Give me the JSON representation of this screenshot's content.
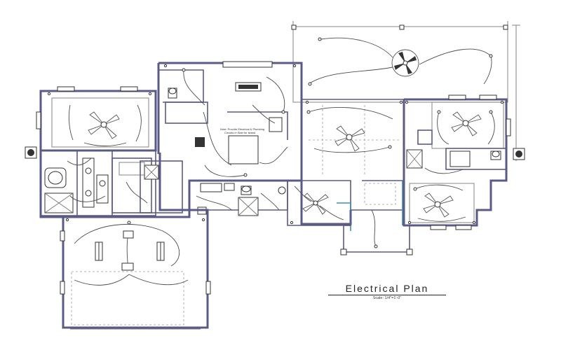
{
  "plan": {
    "title": "Electrical Plan",
    "scale": "Scale: 1/4\"=1'-0\"",
    "kitchen_note_line1": "Note: Provide Electrical & Plumbing",
    "kitchen_note_line2": "Circuits in Slab for Island"
  },
  "colors": {
    "wall": "#5a5a86",
    "wiring": "#4d4d4d",
    "fixture": "#333333",
    "background": "#ffffff"
  }
}
